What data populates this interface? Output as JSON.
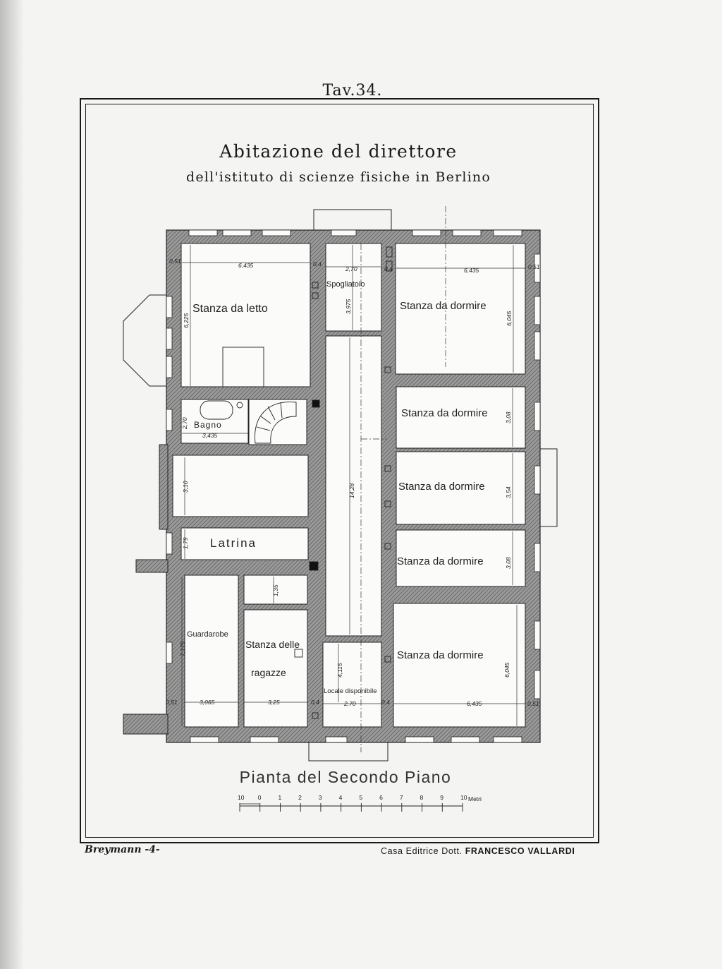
{
  "plate": {
    "number": "Tav.34."
  },
  "title": "Abitazione del direttore",
  "subtitle": "dell'istituto di scienze fisiche in Berlino",
  "floor_caption": "Pianta del Secondo Piano",
  "rooms": {
    "stanza_da_letto": "Stanza da letto",
    "spogliatoio": "Spogliatoio",
    "stanza_dormire_1": "Stanza da dormire",
    "stanza_dormire_2": "Stanza da dormire",
    "stanza_dormire_3": "Stanza da dormire",
    "stanza_dormire_4": "Stanza da dormire",
    "stanza_dormire_5": "Stanza da dormire",
    "bagno": "Bagno",
    "latrina": "Latrina",
    "guardarobe": "Guardarobe",
    "stanza_ragazze_1": "Stanza delle",
    "stanza_ragazze_2": "ragazze",
    "locale_disponibile": "Locale disponibile"
  },
  "dimensions": {
    "top_left_width": "6,435",
    "top_right_width": "6,435",
    "spogliatoio_width": "2,70",
    "spogliatoio_depth": "3,975",
    "top_left_depth": "6,225",
    "top_right_depth": "6,045",
    "bagno_width": "3,435",
    "bagno_depth": "2,70",
    "corridor_length": "14,28",
    "room_4_depth": "3,10",
    "latrina_depth": "1,79",
    "dormire_2_depth": "3,08",
    "dormire_3_depth": "3,54",
    "dormire_4_depth": "3,08",
    "small_room_depth": "1,35",
    "guardarobe_depth": "7,175",
    "guardarobe_width": "3,065",
    "ragazze_width": "3,25",
    "locale_width": "2,70",
    "locale_depth": "4,115",
    "bottom_right_width": "6,435",
    "bottom_right_depth": "6,045",
    "wall_a": "0,4",
    "wall_b": "0,4",
    "wall_c": "0,4",
    "wall_d": "0,4",
    "wall_e": "0,51",
    "wall_f": "0,51",
    "wall_g": "0,51",
    "wall_h": "0,51"
  },
  "scale": {
    "ticks": [
      "10",
      "0",
      "1",
      "2",
      "3",
      "4",
      "5",
      "6",
      "7",
      "8",
      "9",
      "10"
    ],
    "unit": "Metri"
  },
  "footer": {
    "left": "Breymann -4-",
    "publisher_prefix": "Casa Editrice Dott.",
    "publisher_name": "FRANCESCO VALLARDI"
  }
}
